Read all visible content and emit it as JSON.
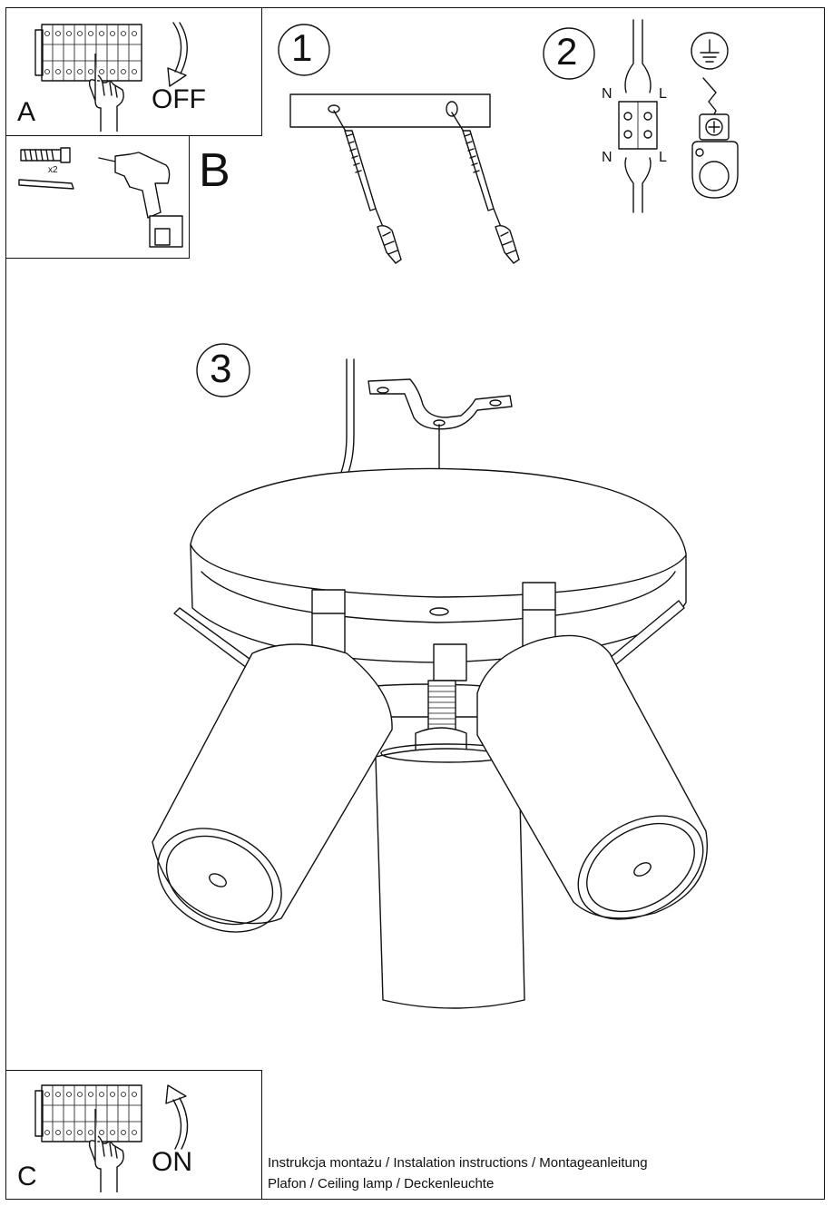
{
  "step_a": {
    "letter": "A",
    "action": "OFF"
  },
  "step_b": {
    "letter": "B",
    "quantity": "x2"
  },
  "step_c": {
    "letter": "C",
    "action": "ON"
  },
  "step_1": {
    "number": "1"
  },
  "step_2": {
    "number": "2",
    "terminal_top_left": "N",
    "terminal_top_right": "L",
    "terminal_bottom_left": "N",
    "terminal_bottom_right": "L"
  },
  "step_3": {
    "number": "3"
  },
  "footer": {
    "line1": "Instrukcja montażu / Instalation instructions / Montageanleitung",
    "line2": "Plafon / Ceiling lamp / Deckenleuchte"
  }
}
